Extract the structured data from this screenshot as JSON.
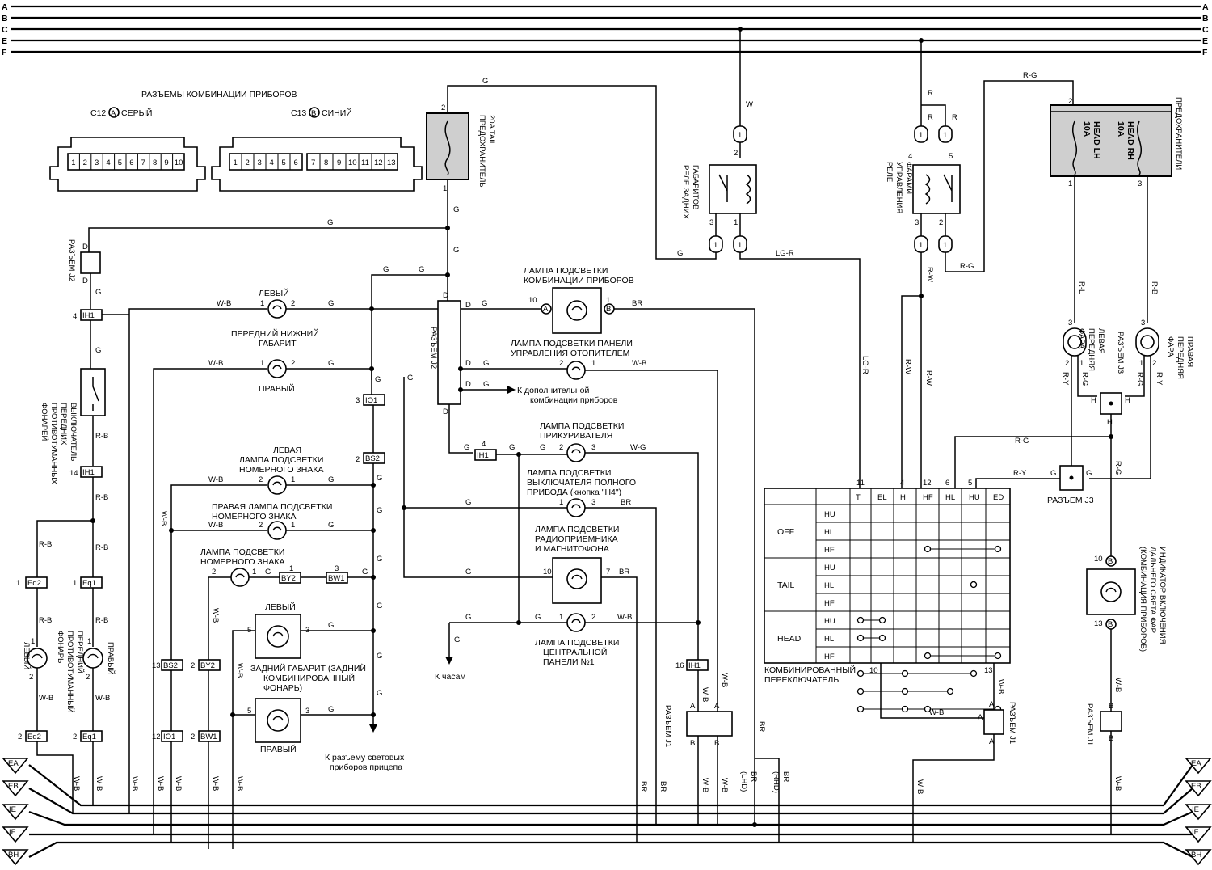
{
  "bus": {
    "labels": [
      "A",
      "B",
      "C",
      "E",
      "F"
    ]
  },
  "grounds": {
    "labels": [
      "EA",
      "EB",
      "IE",
      "IF",
      "BH"
    ]
  },
  "header": {
    "title": "РАЗЪЕМЫ КОМБИНАЦИИ ПРИБОРОВ",
    "c12": "C12",
    "c12_letter": "A",
    "c12_color": "СЕРЫЙ",
    "c13": "C13",
    "c13_letter": "B",
    "c13_color": "СИНИЙ",
    "c12_pins": [
      "1",
      "2",
      "3",
      "4",
      "5",
      "6",
      "7",
      "8",
      "9",
      "10"
    ],
    "c13_pins_left": [
      "1",
      "2",
      "3",
      "4",
      "5",
      "6"
    ],
    "c13_pins_right": [
      "7",
      "8",
      "9",
      "10",
      "11",
      "12",
      "13"
    ]
  },
  "components": {
    "fuse_tail": [
      "ПРЕДОХРАНИТЕЛЬ",
      "20A TAIL"
    ],
    "relay_tail": [
      "РЕЛЕ ЗАДНИХ",
      "ГАБАРИТОВ"
    ],
    "relay_head": [
      "РЕЛЕ",
      "УПРАВЛЕНИЯ",
      "ФАРАМИ"
    ],
    "fuses_head": "ПРЕДОХРАНИТЕЛИ",
    "fuse_lh": [
      "10A",
      "HEAD LH"
    ],
    "fuse_rh": [
      "10A",
      "HEAD RH"
    ],
    "fog_switch": [
      "ВЫКЛЮЧАТЕЛЬ",
      "ПЕРЕДНИХ",
      "ПРОТИВОТУМАННЫХ",
      "ФОНАРЕЙ"
    ],
    "fog_lamp_left": "ЛЕВЫЙ",
    "fog_lamp_right": "ПРАВЫЙ",
    "fog_lamp_caption": [
      "ПЕРЕДНИЙ",
      "ПРОТИВОТУМАННЫЙ",
      "ФОНАРЬ"
    ],
    "front_left": "ЛЕВЫЙ",
    "front_caption": [
      "ПЕРЕДНИЙ НИЖНИЙ",
      "ГАБАРИТ"
    ],
    "front_right": "ПРАВЫЙ",
    "plate_left": [
      "ЛЕВАЯ",
      "ЛАМПА ПОДСВЕТКИ",
      "НОМЕРНОГО ЗНАКА"
    ],
    "plate_right": [
      "ПРАВАЯ ЛАМПА ПОДСВЕТКИ",
      "НОМЕРНОГО ЗНАКА"
    ],
    "plate_center": [
      "ЛАМПА ПОДСВЕТКИ",
      "НОМЕРНОГО ЗНАКА"
    ],
    "rear_left": "ЛЕВЫЙ",
    "rear_caption": [
      "ЗАДНИЙ ГАБАРИТ (ЗАДНИЙ",
      "КОМБИНИРОВАННЫЙ",
      "ФОНАРЬ)"
    ],
    "rear_right": "ПРАВЫЙ",
    "trailer": [
      "К разъему световых",
      "приборов прицепа"
    ],
    "cluster_lamp": [
      "ЛАМПА ПОДСВЕТКИ",
      "КОМБИНАЦИИ ПРИБОРОВ"
    ],
    "heater_lamp": [
      "ЛАМПА ПОДСВЕТКИ ПАНЕЛИ",
      "УПРАВЛЕНИЯ  ОТОПИТЕЛЕМ"
    ],
    "extra_cluster": [
      "К дополнительной",
      "комбинации приборов"
    ],
    "cig_lamp": [
      "ЛАМПА ПОДСВЕТКИ",
      "ПРИКУРИВАТЕЛЯ"
    ],
    "h4_lamp": [
      "ЛАМПА ПОДСВЕТКИ",
      "ВЫКЛЮЧАТЕЛЯ ПОЛНОГО",
      "ПРИВОДА (кнопка \"H4\")"
    ],
    "radio_lamp": [
      "ЛАМПА ПОДСВЕТКИ",
      "РАДИОПРИЕМНИКА",
      "И МАГНИТОФОНА"
    ],
    "clock": "К часам",
    "center_lamp": [
      "ЛАМПА ПОДСВЕТКИ",
      "ЦЕНТРАЛЬНОЙ",
      "ПАНЕЛИ №1"
    ],
    "combo_switch": [
      "КОМБИНИРОВАННЫЙ",
      "ПЕРЕКЛЮЧАТЕЛЬ"
    ],
    "head_left": [
      "ЛЕВАЯ",
      "ПЕРЕДНЯЯ",
      "ФАРА"
    ],
    "head_right": [
      "ПРАВАЯ",
      "ПЕРЕДНЯЯ",
      "ФАРА"
    ],
    "hi_indicator": [
      "ИНДИКАТОР ВКЛЮЧЕНИЯ",
      "ДАЛЬНЕГО СВЕТА ФАР",
      "(КОМБИНАЦИЯ ПРИБОРОВ)"
    ],
    "conn_j1": "РАЗЪЕМ J1",
    "conn_j2": "РАЗЪЕМ J2",
    "conn_j3": "РАЗЪЕМ J3",
    "lhd": "(LHD)",
    "rhd": "(RHD)"
  },
  "switch_table": {
    "columns": [
      "T",
      "EL",
      "H",
      "HF",
      "HL",
      "HU",
      "ED"
    ],
    "column_pins": [
      "11",
      "",
      "4",
      "12",
      "6",
      "5",
      ""
    ],
    "groups": [
      {
        "name": "OFF",
        "rows": [
          "HU",
          "HL",
          "HF"
        ]
      },
      {
        "name": "TAIL",
        "rows": [
          "HU",
          "HL",
          "HF"
        ]
      },
      {
        "name": "HEAD",
        "rows": [
          "HU",
          "HL",
          "HF"
        ]
      }
    ],
    "bottom_pins": [
      "10",
      "13"
    ]
  },
  "wire_codes": {
    "g": "G",
    "w": "W",
    "r": "R",
    "rg": "R-G",
    "rl": "R-L",
    "rb": "R-B",
    "rw": "R-W",
    "lgr": "LG-R",
    "wb": "W-B",
    "wg": "W-G",
    "br": "BR",
    "ry": "R-Y",
    "b": "B"
  },
  "connectors": {
    "ih1": "IH1",
    "io1": "IO1",
    "bs2": "BS2",
    "eq1": "Eq1",
    "eq2": "Eq2",
    "by2": "BY2",
    "bw1": "BW1"
  }
}
